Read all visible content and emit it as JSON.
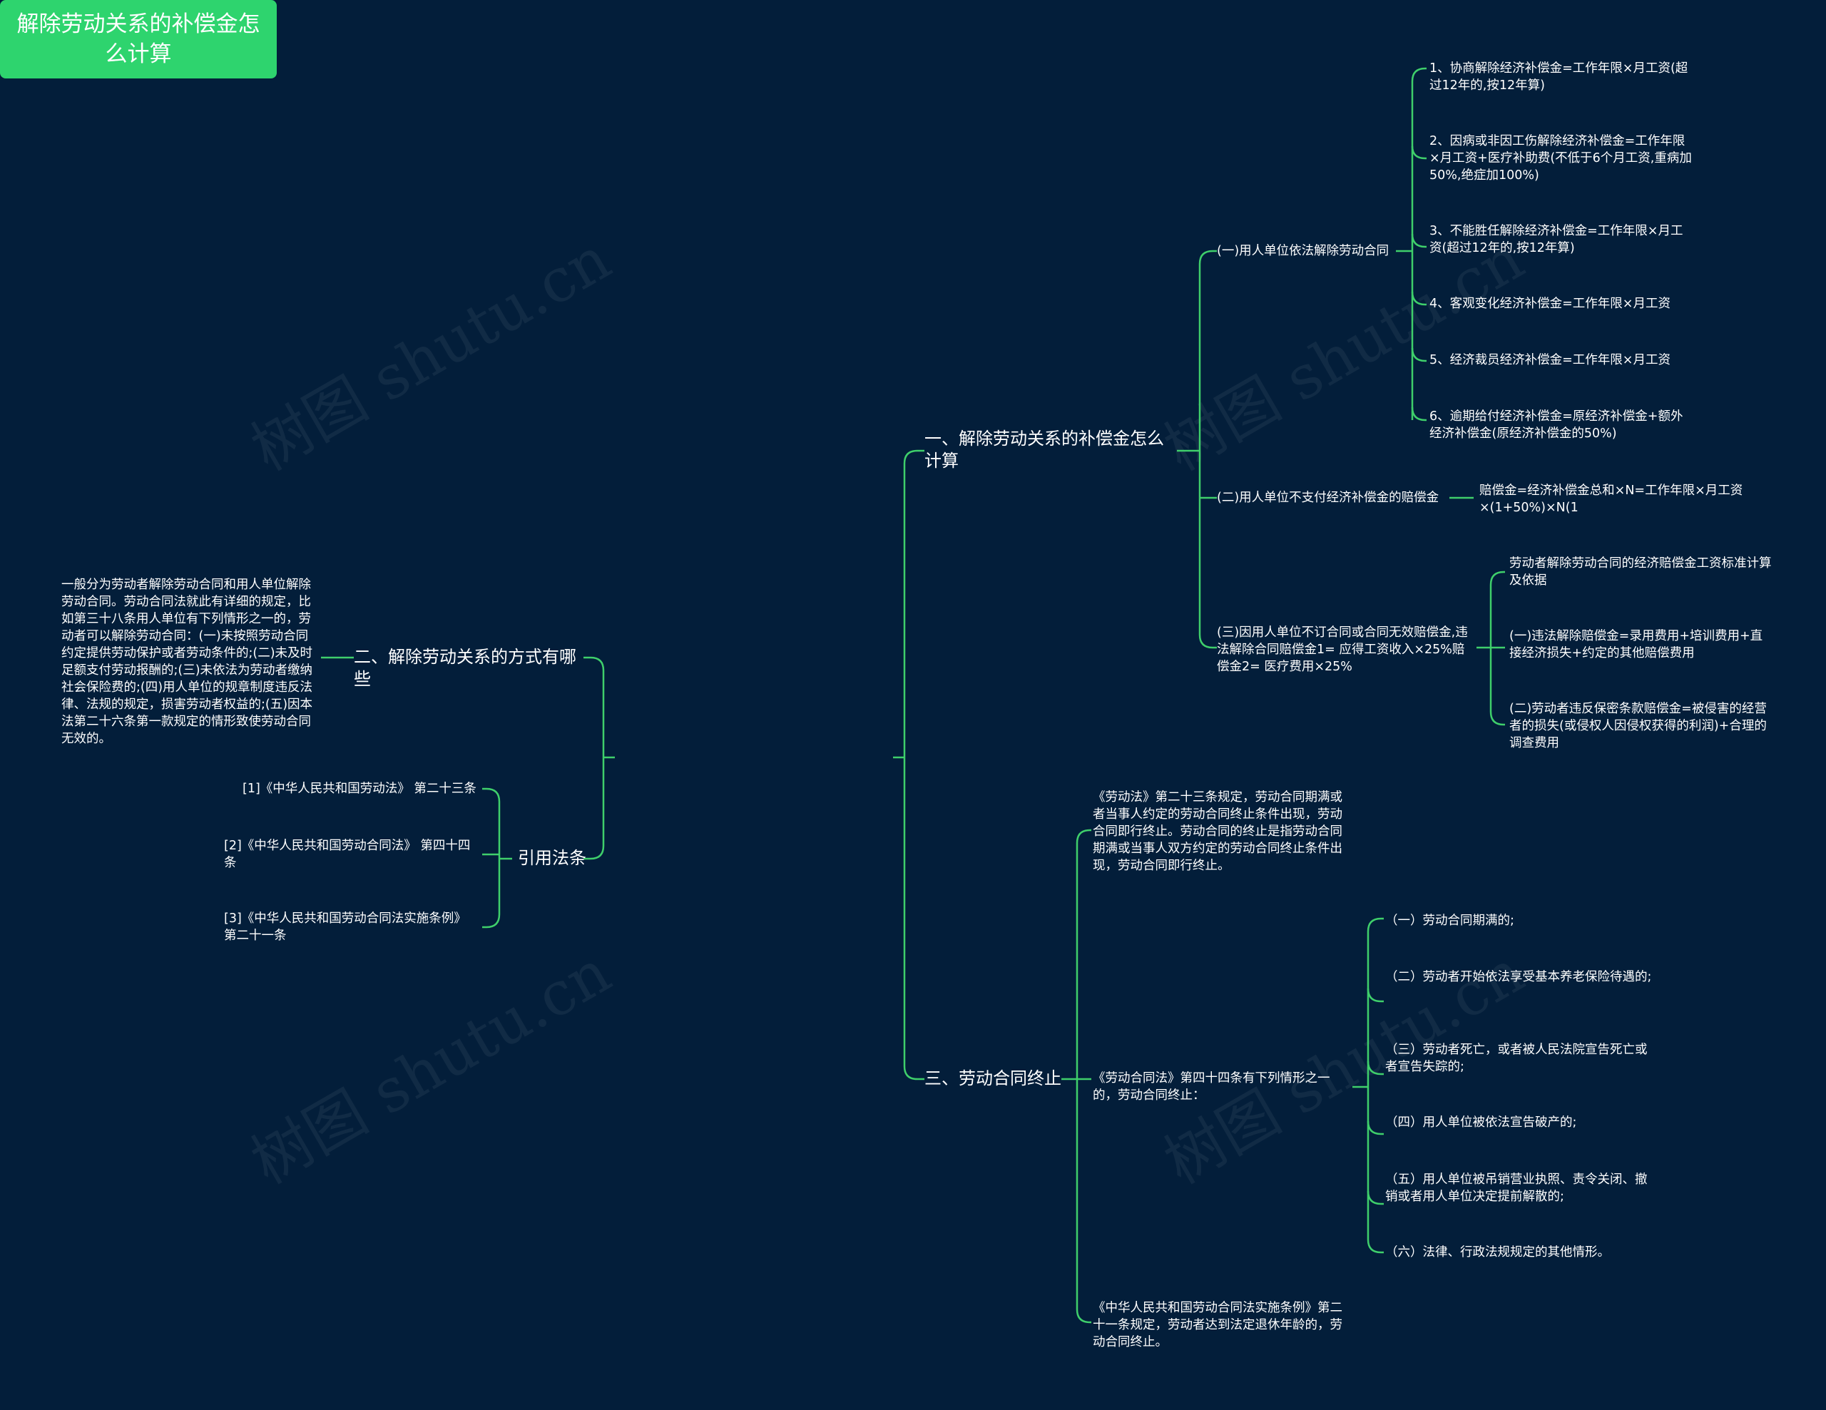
{
  "watermark": "树图 shutu.cn",
  "root": "解除劳动关系的补偿金怎么计算",
  "branch1": {
    "title": "一、解除劳动关系的补偿金怎么计算",
    "sub1": {
      "title": "(一)用人单位依法解除劳动合同",
      "items": [
        "1、协商解除经济补偿金=工作年限×月工资(超过12年的,按12年算)",
        "2、因病或非因工伤解除经济补偿金=工作年限×月工资+医疗补助费(不低于6个月工资,重病加50%,绝症加100%)",
        "3、不能胜任解除经济补偿金=工作年限×月工资(超过12年的,按12年算)",
        "4、客观变化经济补偿金=工作年限×月工资",
        "5、经济裁员经济补偿金=工作年限×月工资",
        "6、逾期给付经济补偿金=原经济补偿金+额外经济补偿金(原经济补偿金的50%)"
      ]
    },
    "sub2": {
      "title": "(二)用人单位不支付经济补偿金的赔偿金",
      "items": [
        "赔偿金=经济补偿金总和×N=工作年限×月工资×(1+50%)×N(1"
      ]
    },
    "sub3": {
      "title": "(三)因用人单位不订合同或合同无效赔偿金,违法解除合同赔偿金1= 应得工资收入×25%赔偿金2= 医疗费用×25%",
      "items": [
        "劳动者解除劳动合同的经济赔偿金工资标准计算及依据",
        "(一)违法解除赔偿金=录用费用+培训费用+直接经济损失+约定的其他赔偿费用",
        "(二)劳动者违反保密条款赔偿金=被侵害的经营者的损失(或侵权人因侵权获得的利润)+合理的调查费用"
      ]
    }
  },
  "branch2": {
    "title": "二、解除劳动关系的方式有哪些",
    "text": "一般分为劳动者解除劳动合同和用人单位解除劳动合同。劳动合同法就此有详细的规定，比如第三十八条用人单位有下列情形之一的，劳动者可以解除劳动合同：(一)未按照劳动合同约定提供劳动保护或者劳动条件的;(二)未及时足额支付劳动报酬的;(三)未依法为劳动者缴纳社会保险费的;(四)用人单位的规章制度违反法律、法规的规定，损害劳动者权益的;(五)因本法第二十六条第一款规定的情形致使劳动合同无效的。"
  },
  "branch3": {
    "title": "引用法条",
    "items": [
      "[1]《中华人民共和国劳动法》 第二十三条",
      "[2]《中华人民共和国劳动合同法》 第四十四条",
      "[3]《中华人民共和国劳动合同法实施条例》 第二十一条"
    ]
  },
  "branch4": {
    "title": "三、劳动合同终止",
    "text1": "《劳动法》第二十三条规定，劳动合同期满或者当事人约定的劳动合同终止条件出现，劳动合同即行终止。劳动合同的终止是指劳动合同期满或当事人双方约定的劳动合同终止条件出现，劳动合同即行终止。",
    "sub": {
      "title": "《劳动合同法》第四十四条有下列情形之一的，劳动合同终止：",
      "items": [
        "（一）劳动合同期满的;",
        "（二）劳动者开始依法享受基本养老保险待遇的;",
        "（三）劳动者死亡，或者被人民法院宣告死亡或者宣告失踪的;",
        "（四）用人单位被依法宣告破产的;",
        "（五）用人单位被吊销营业执照、责令关闭、撤销或者用人单位决定提前解散的;",
        "（六）法律、行政法规规定的其他情形。"
      ]
    },
    "text3": "《中华人民共和国劳动合同法实施条例》第二十一条规定，劳动者达到法定退休年龄的，劳动合同终止。"
  }
}
